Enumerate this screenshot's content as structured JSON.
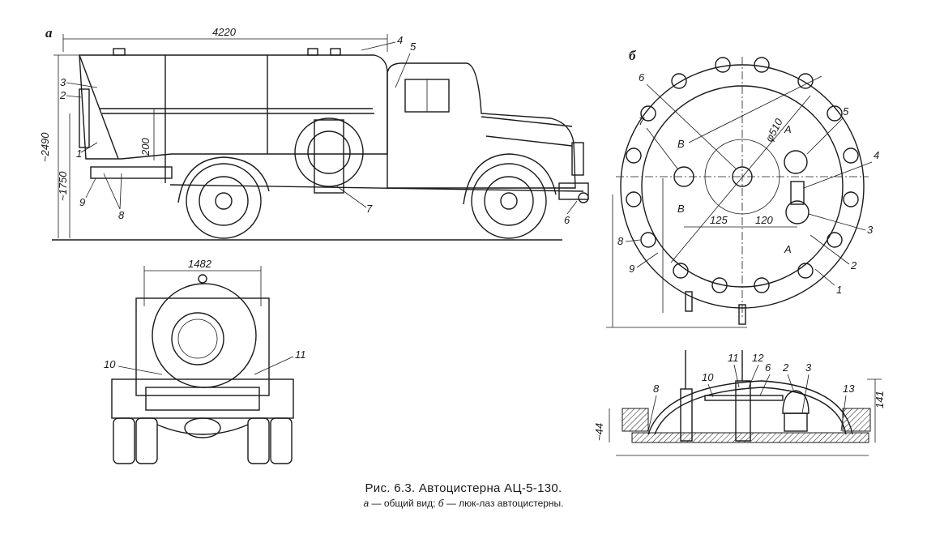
{
  "caption": {
    "title": "Рис. 6.3. Автоцистерна АЦ-5-130.",
    "sub_a_letter": "а",
    "sub_a_text": " — общий  вид;  ",
    "sub_b_letter": "б",
    "sub_b_text": " — люк-лаз  автоцистерны."
  },
  "views": {
    "a": {
      "letter": "а",
      "dims": {
        "length": "4220",
        "height": "~2490",
        "frame": "~1750",
        "offset": "200"
      },
      "callouts": [
        "1",
        "2",
        "3",
        "4",
        "5",
        "6",
        "7",
        "8",
        "9"
      ]
    },
    "rear": {
      "dims": {
        "width": "1482"
      },
      "callouts": [
        "10",
        "11"
      ]
    },
    "b": {
      "letter": "б",
      "dims": {
        "diameter": "φ510",
        "left": "125",
        "right": "120"
      },
      "section_marks": {
        "a": "А",
        "b": "В"
      },
      "callouts": [
        "1",
        "2",
        "3",
        "4",
        "5",
        "6",
        "7",
        "8",
        "9"
      ]
    },
    "section": {
      "dims": {
        "height_left": "~44",
        "height_right": "141"
      },
      "callouts": [
        "8",
        "10",
        "11",
        "12",
        "6",
        "2",
        "3",
        "13"
      ]
    }
  }
}
